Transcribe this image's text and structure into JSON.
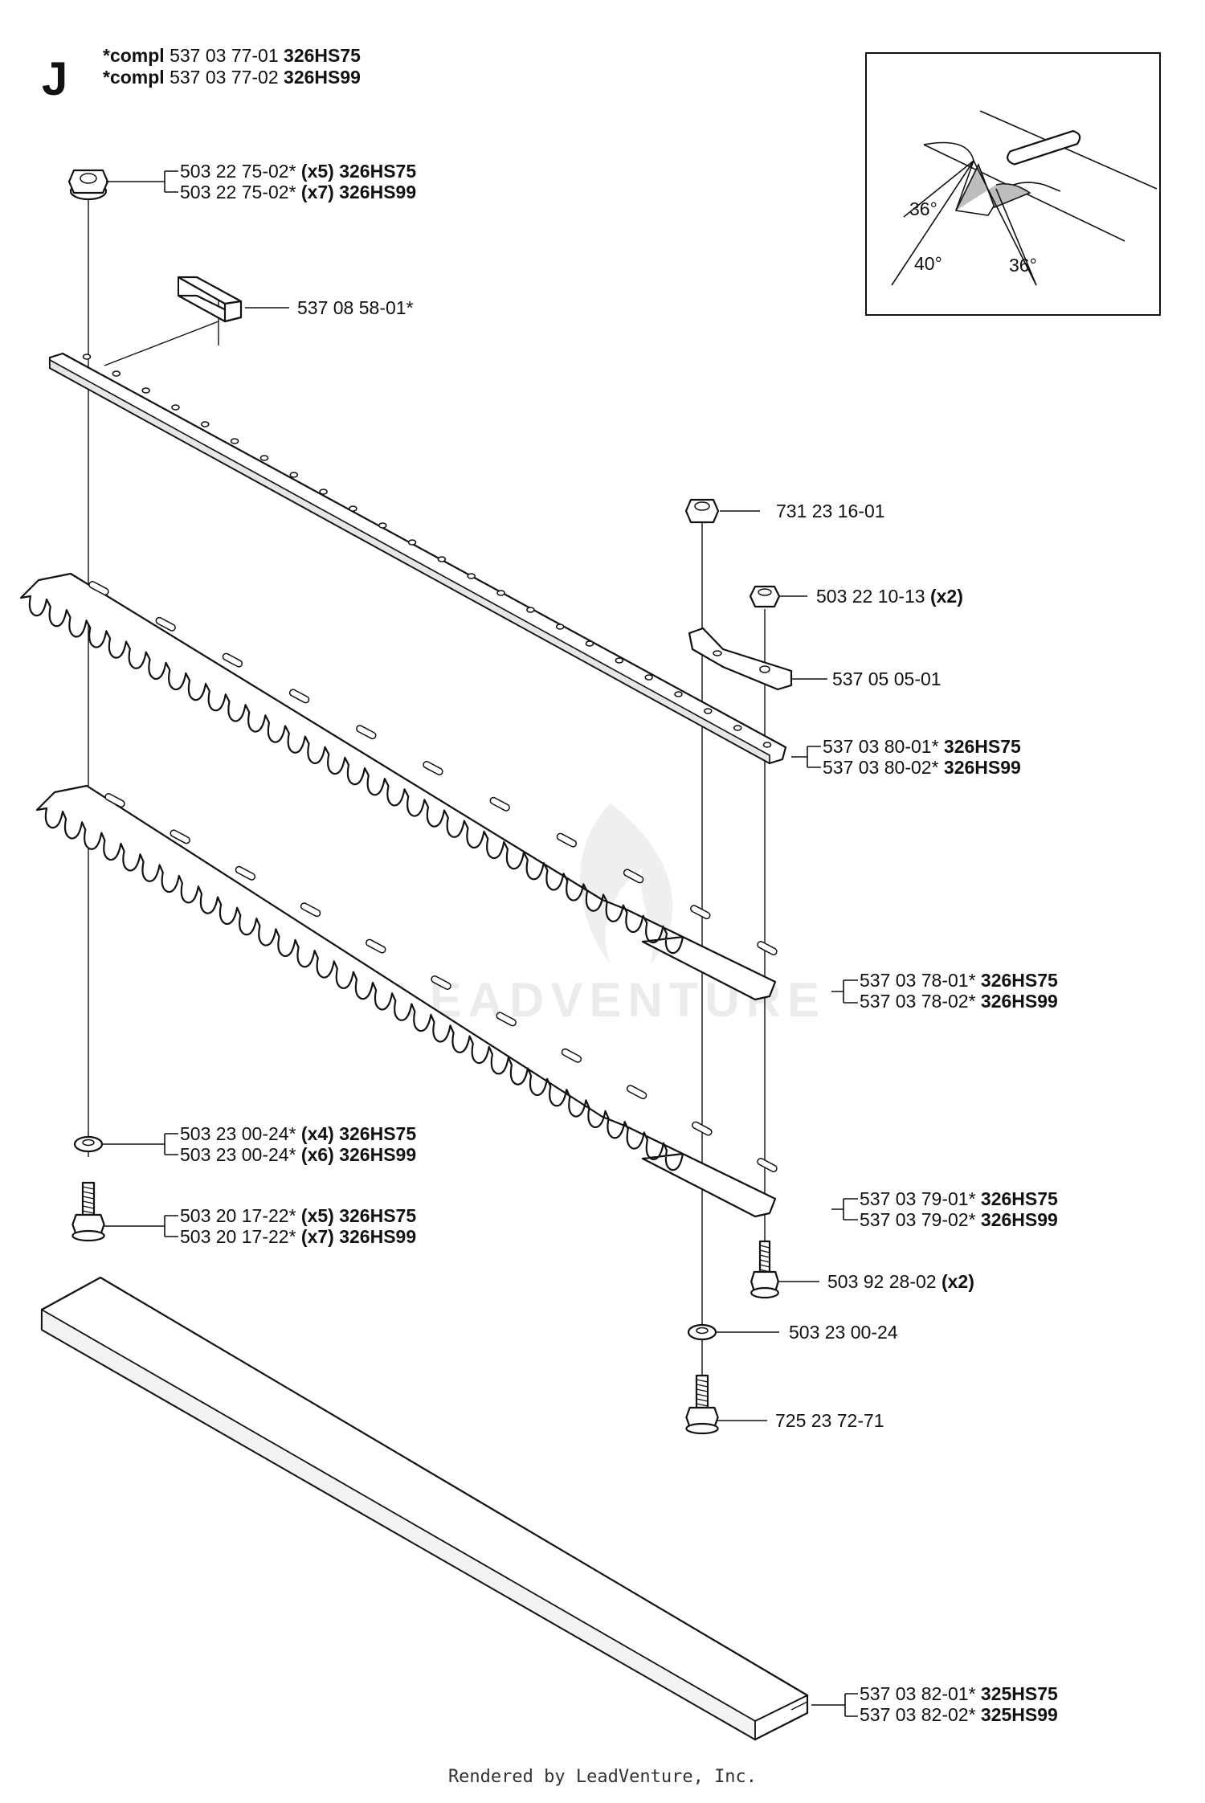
{
  "section": {
    "letter": "J",
    "compl_lines": [
      {
        "prefix": "*compl",
        "number": "537 03 77-01",
        "model": "326HS75"
      },
      {
        "prefix": "*compl",
        "number": "537 03 77-02",
        "model": "326HS99"
      }
    ]
  },
  "inset": {
    "angles": [
      "36°",
      "40°",
      "36°"
    ]
  },
  "callouts": {
    "nut_top_left": [
      {
        "number": "503 22 75-02*",
        "qty": "(x5)",
        "model": "326HS75"
      },
      {
        "number": "503 22 75-02*",
        "qty": "(x7)",
        "model": "326HS99"
      }
    ],
    "clip": [
      {
        "number": "537 08 58-01*",
        "qty": "",
        "model": ""
      }
    ],
    "nut_right": [
      {
        "number": "731 23 16-01",
        "qty": "",
        "model": ""
      }
    ],
    "nut_small": [
      {
        "number": "503 22 10-13",
        "qty": "(x2)",
        "model": ""
      }
    ],
    "guide_plate": [
      {
        "number": "537 05 05-01",
        "qty": "",
        "model": ""
      }
    ],
    "cover_bar": [
      {
        "number": "537 03 80-01*",
        "qty": "",
        "model": "326HS75"
      },
      {
        "number": "537 03 80-02*",
        "qty": "",
        "model": "326HS99"
      }
    ],
    "upper_blade": [
      {
        "number": "537 03 78-01*",
        "qty": "",
        "model": "326HS75"
      },
      {
        "number": "537 03 78-02*",
        "qty": "",
        "model": "326HS99"
      }
    ],
    "washer_left": [
      {
        "number": "503 23 00-24*",
        "qty": "(x4)",
        "model": "326HS75"
      },
      {
        "number": "503 23 00-24*",
        "qty": "(x6)",
        "model": "326HS99"
      }
    ],
    "screw_left": [
      {
        "number": "503 20 17-22*",
        "qty": "(x5)",
        "model": "326HS75"
      },
      {
        "number": "503 20 17-22*",
        "qty": "(x7)",
        "model": "326HS99"
      }
    ],
    "lower_blade": [
      {
        "number": "537 03 79-01*",
        "qty": "",
        "model": "326HS75"
      },
      {
        "number": "537 03 79-02*",
        "qty": "",
        "model": "326HS99"
      }
    ],
    "screw_small": [
      {
        "number": "503 92 28-02",
        "qty": "(x2)",
        "model": ""
      }
    ],
    "washer_right": [
      {
        "number": "503 23 00-24",
        "qty": "",
        "model": ""
      }
    ],
    "screw_right": [
      {
        "number": "725 23 72-71",
        "qty": "",
        "model": ""
      }
    ],
    "blade_guard": [
      {
        "number": "537 03 82-01*",
        "qty": "",
        "model": "325HS75"
      },
      {
        "number": "537 03 82-02*",
        "qty": "",
        "model": "325HS99"
      }
    ]
  },
  "watermark": "LEADVENTURE",
  "footer": "Rendered by LeadVenture, Inc."
}
